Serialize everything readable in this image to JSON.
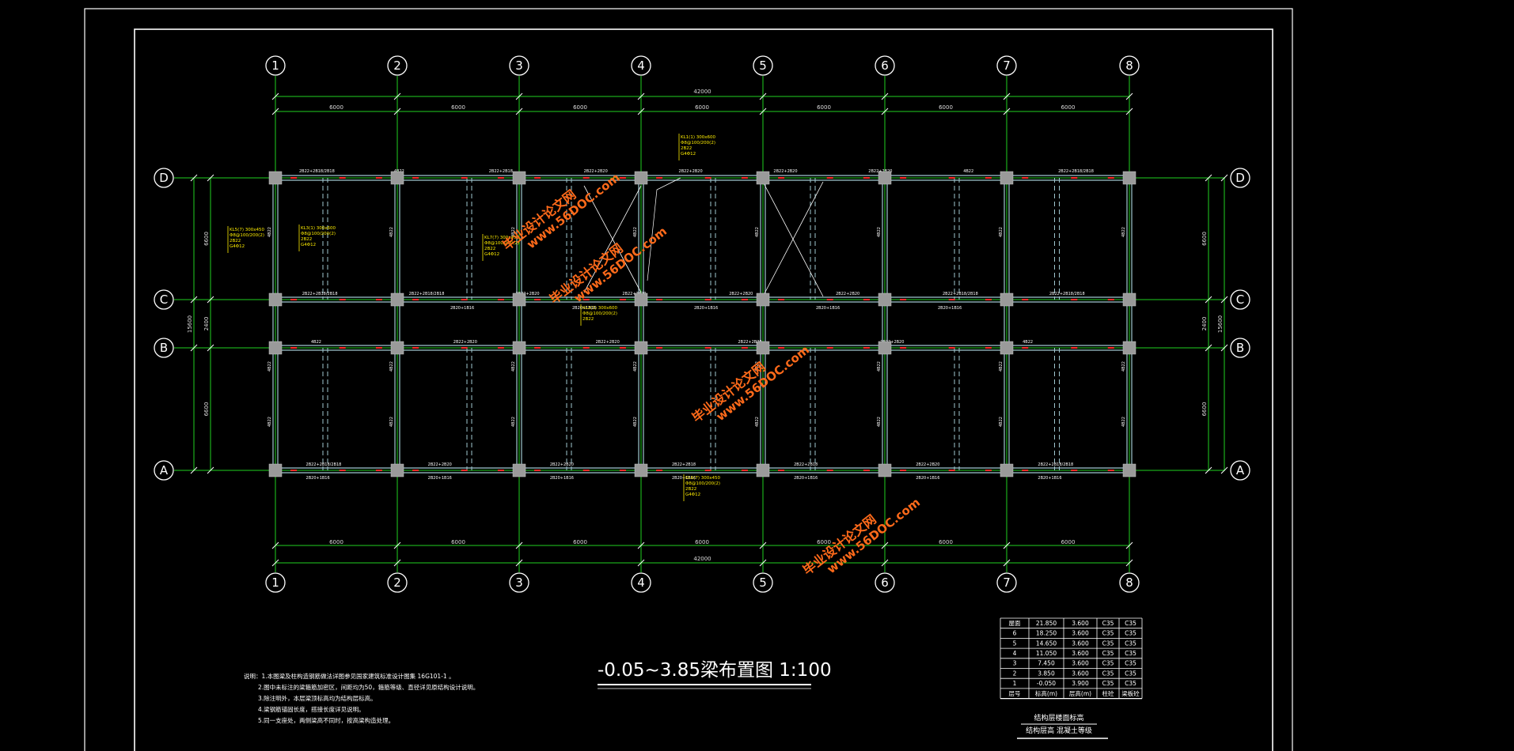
{
  "colors": {
    "background": "#000000",
    "frame": "#ffffff",
    "grid_line": "#1fd11f",
    "beam": "#9fc7cf",
    "column": "#9a9a9a",
    "note": "#ffee00",
    "watermark": "#ff6a1a",
    "rebar_mark": "#ff2a2a"
  },
  "drawing": {
    "title": "-0.05~3.85梁布置图 1:100",
    "notes": [
      "说明：1.本图梁及柱构造钢筋做法详图参见国家建筑标准设计图集 16G101-1 。",
      "2.图中未标注的梁箍筋加密区，间距均为50，箍筋等级、直径详见原结构设计说明。",
      "3.除注明外，本层梁顶标高均为结构层标高。",
      "4.梁钢筋锚固长度，搭接长度详见说明。",
      "5.同一支座处，两侧梁高不同时，按高梁构造处理。"
    ]
  },
  "grid": {
    "columns": [
      "1",
      "2",
      "3",
      "4",
      "5",
      "6",
      "7",
      "8"
    ],
    "rows": [
      "D",
      "C",
      "B",
      "A"
    ],
    "bay_dims_top": [
      "6000",
      "6000",
      "6000",
      "6000",
      "6000",
      "6000",
      "6000"
    ],
    "bay_dims_bottom": [
      "6000",
      "6000",
      "6000",
      "6000",
      "6000",
      "6000",
      "6000"
    ],
    "total_length": "42000",
    "left_dims": [
      "6600",
      "2400",
      "6600"
    ],
    "left_total": "15600",
    "right_dims": [
      "6600",
      "2400",
      "6600"
    ],
    "right_total": "15600"
  },
  "beam_labels": {
    "row_D": [
      "2B22+2B18/2B18",
      "4B22",
      "2B22+2B18",
      "2B22+2B20",
      "2B22+2B20",
      "2B22+2B20",
      "2B22+2B20",
      "4B22",
      "2B22+2B18/2B18"
    ],
    "row_C": [
      "2B22+2B18/2B18",
      "2B22+2B18/2B18",
      "2B22+2B20",
      "2B22+2B20",
      "2B22+2B20",
      "2B22+2B20",
      "2B22+2B18/2B18",
      "2B22+2B18/2B18"
    ],
    "row_B": [
      "4B22",
      "2B22+2B20",
      "2B22+2B20",
      "2B22+2B20",
      "2B22+2B20",
      "4B22"
    ],
    "row_A": [
      "2B22+2B18/2B18",
      "2B22+2B20",
      "2B22+2B20",
      "2B22+2B18",
      "2B22+2B18",
      "2B22+2B20",
      "2B22+2B18/2B18"
    ],
    "below_A": [
      "2B20+1B16",
      "2B20+1B16",
      "2B20+1B16",
      "2B20+1B16",
      "2B20+1B16",
      "2B20+1B16",
      "2B20+1B16"
    ],
    "corridor": [
      "2B20+1B16",
      "2B20+1B16",
      "2B20+1B16",
      "2B20+1B16",
      "2B20+1B16"
    ],
    "vertical": [
      "4B22",
      "4B22",
      "4B22",
      "4B22",
      "4B22",
      "4B22",
      "4B22",
      "4B22"
    ]
  },
  "yellow_notes": [
    [
      "KL5(7) 300x450",
      "Φ8@100/200(2)",
      "2B22",
      "G4Φ12"
    ],
    [
      "KL3(1) 300x600",
      "Φ8@100/200(2)",
      "2B22",
      "G4Φ12"
    ],
    [
      "KL7(7) 300x450",
      "Φ8@100/200(2)",
      "2B22",
      "G4Φ12"
    ],
    [
      "KL2(1) 300x600",
      "Φ8@100/200(2)",
      "2B22"
    ],
    [
      "KL1(1) 300x600",
      "Φ8@100/200(2)",
      "2B22",
      "G4Φ12"
    ],
    [
      "KL6(7) 300x450",
      "Φ8@100/200(2)",
      "2B22",
      "G4Φ12"
    ]
  ],
  "watermark": {
    "line1": "毕业设计论文网",
    "line2": "www.56DOC.com"
  },
  "level_table": {
    "rows": [
      [
        "屋面",
        "21.850",
        "3.600",
        "C35",
        "C35"
      ],
      [
        "6",
        "18.250",
        "3.600",
        "C35",
        "C35"
      ],
      [
        "5",
        "14.650",
        "3.600",
        "C35",
        "C35"
      ],
      [
        "4",
        "11.050",
        "3.600",
        "C35",
        "C35"
      ],
      [
        "3",
        "7.450",
        "3.600",
        "C35",
        "C35"
      ],
      [
        "2",
        "3.850",
        "3.600",
        "C35",
        "C35"
      ],
      [
        "1",
        "-0.050",
        "3.900",
        "C35",
        "C35"
      ]
    ],
    "header": [
      "层号",
      "标高(m)",
      "层高(m)",
      "柱砼",
      "梁板砼"
    ],
    "caption": "结构层楼面标高",
    "caption2": "结构层高  混凝土等级"
  }
}
